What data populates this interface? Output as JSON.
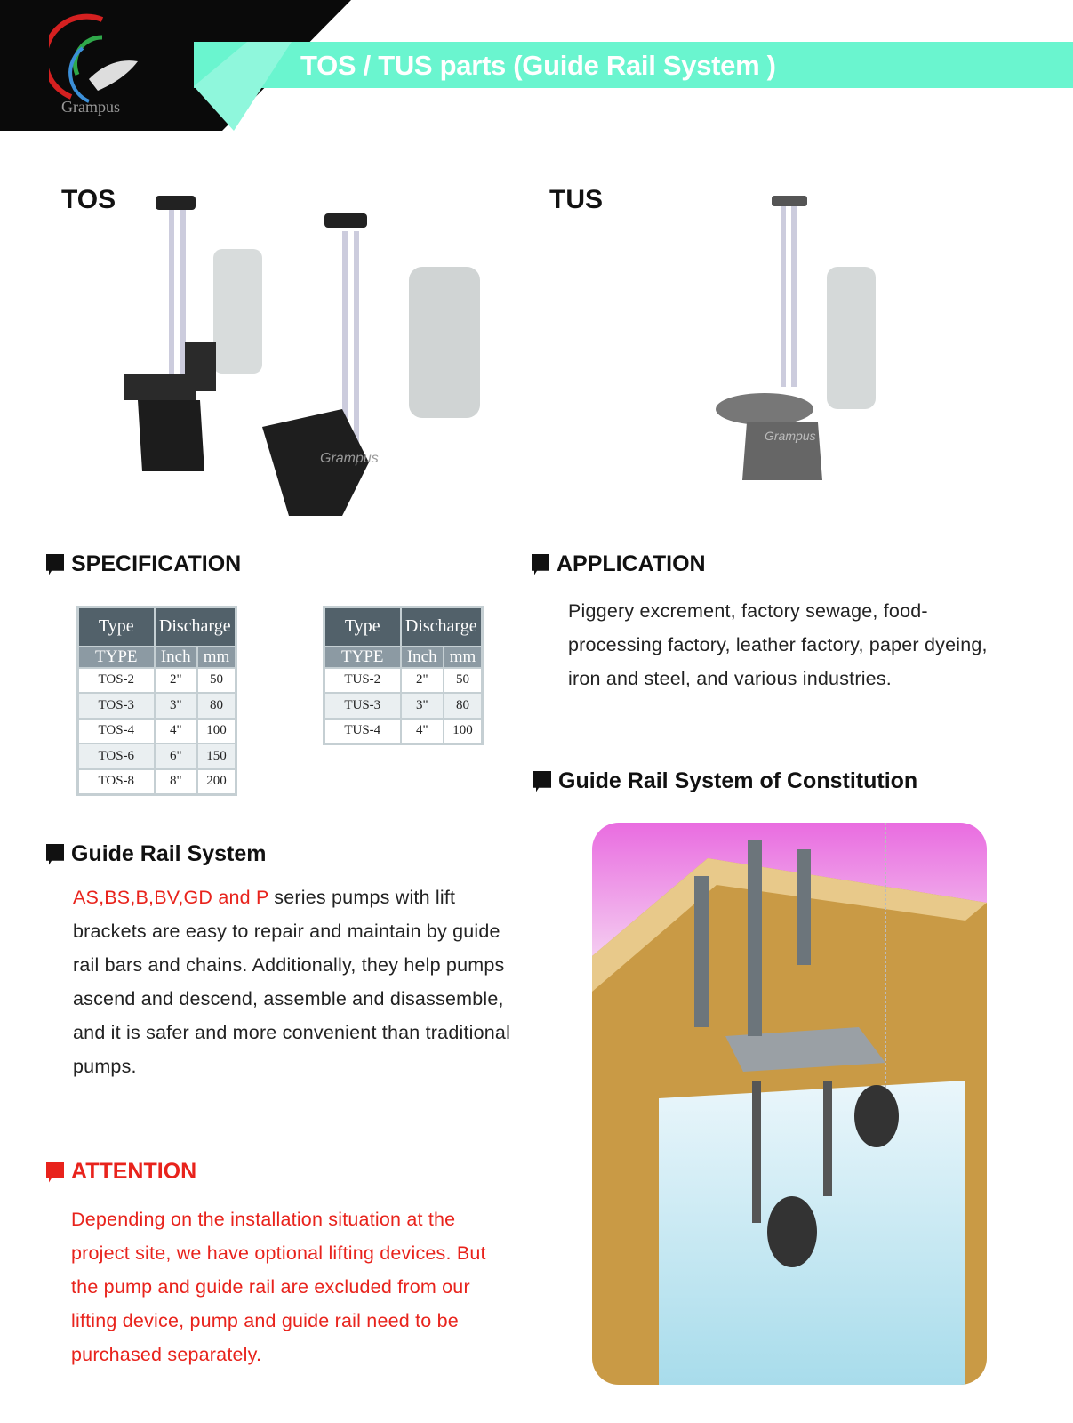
{
  "header": {
    "title": "TOS / TUS parts (Guide Rail System )",
    "logo_text": "Grampus",
    "accent": "#6af5cf"
  },
  "products": {
    "tos_label": "TOS",
    "tus_label": "TUS",
    "watermark": "Grampus"
  },
  "specification": {
    "heading": "SPECIFICATION",
    "tos_table": {
      "col_type": "Type",
      "col_discharge": "Discharge",
      "sub_type": "TYPE",
      "sub_inch": "Inch",
      "sub_mm": "mm",
      "rows": [
        [
          "TOS-2",
          "2\"",
          "50"
        ],
        [
          "TOS-3",
          "3\"",
          "80"
        ],
        [
          "TOS-4",
          "4\"",
          "100"
        ],
        [
          "TOS-6",
          "6\"",
          "150"
        ],
        [
          "TOS-8",
          "8\"",
          "200"
        ]
      ]
    },
    "tus_table": {
      "col_type": "Type",
      "col_discharge": "Discharge",
      "sub_type": "TYPE",
      "sub_inch": "Inch",
      "sub_mm": "mm",
      "rows": [
        [
          "TUS-2",
          "2\"",
          "50"
        ],
        [
          "TUS-3",
          "3\"",
          "80"
        ],
        [
          "TUS-4",
          "4\"",
          "100"
        ]
      ]
    }
  },
  "application": {
    "heading": "APPLICATION",
    "text": "Piggery excrement, factory sewage, food-processing factory, leather factory, paper dyeing, iron and steel, and various industries."
  },
  "constitution": {
    "heading": "Guide Rail System of Constitution"
  },
  "guide_rail": {
    "heading": "Guide Rail System",
    "highlight": "AS,BS,B,BV,GD and P",
    "text": " series pumps with lift brackets are easy to repair and maintain by guide rail bars and chains. Additionally, they help pumps ascend and descend, assemble and disassemble, and it is safer and more convenient than traditional pumps."
  },
  "attention": {
    "heading": "ATTENTION",
    "text": "Depending on the installation situation at the project site, we have optional lifting devices. But the pump and guide rail are excluded from our lifting device, pump and guide rail need to be purchased separately."
  }
}
